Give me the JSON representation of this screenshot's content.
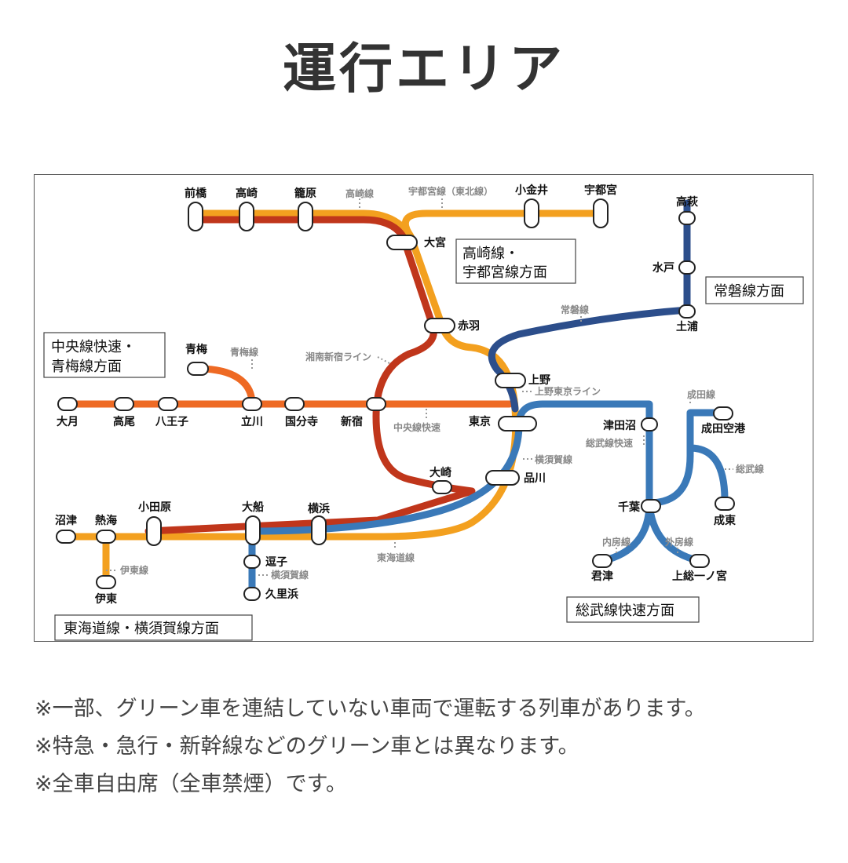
{
  "title": "運行エリア",
  "colors": {
    "takasaki_utsunomiya": "#F3A01F",
    "shonan_shinjuku": "#C0361B",
    "chuo_ome": "#EE6A24",
    "yokosuka_sobu_rapid": "#3A79B8",
    "joban": "#2C4E8B",
    "line_label": "#888888"
  },
  "stations": {
    "maebashi": "前橋",
    "takasaki": "高崎",
    "kagohara": "籠原",
    "koganei": "小金井",
    "utsunomiya": "宇都宮",
    "omiya": "大宮",
    "takahagi": "高萩",
    "mito": "水戸",
    "tsuchiura": "土浦",
    "akabane": "赤羽",
    "ome": "青梅",
    "ueno": "上野",
    "otsuki": "大月",
    "takao": "高尾",
    "hachioji": "八王子",
    "tachikawa": "立川",
    "kokubunji": "国分寺",
    "shinjuku": "新宿",
    "tokyo": "東京",
    "tsudanuma": "津田沼",
    "narita_airport": "成田空港",
    "osaki": "大崎",
    "shinagawa": "品川",
    "chiba": "千葉",
    "narito": "成東",
    "numazu": "沼津",
    "atami": "熱海",
    "odawara": "小田原",
    "ofuna": "大船",
    "yokohama": "横浜",
    "zushi": "逗子",
    "kurihama": "久里浜",
    "ito": "伊東",
    "kimitsu": "君津",
    "kazusa_ichinomiya": "上総一ノ宮"
  },
  "line_labels": {
    "takasaki": "高崎線",
    "utsunomiya": "宇都宮線（東北線）",
    "joban": "常磐線",
    "ome": "青梅線",
    "shonan_shinjuku": "湘南新宿ライン",
    "ueno_tokyo": "上野東京ライン",
    "chuo_rapid": "中央線快速",
    "sobu_rapid": "総武線快速",
    "yokosuka": "横須賀線",
    "narita": "成田線",
    "sobu": "総武線",
    "tokaido": "東海道線",
    "ito": "伊東線",
    "yokosuka_branch": "横須賀線",
    "uchibo": "内房線",
    "sotobo": "外房線"
  },
  "direction_boxes": {
    "takasaki_utsunomiya_l1": "高崎線・",
    "takasaki_utsunomiya_l2": "宇都宮線方面",
    "joban": "常磐線方面",
    "chuo_l1": "中央線快速・",
    "chuo_l2": "青梅線方面",
    "tokaido_yokosuka": "東海道線・横須賀線方面",
    "sobu_rapid": "総武線快速方面"
  },
  "notes": [
    "※一部、グリーン車を連結していない車両で運転する列車があります。",
    "※特急・急行・新幹線などのグリーン車とは異なります。",
    "※全車自由席（全車禁煙）です。"
  ]
}
